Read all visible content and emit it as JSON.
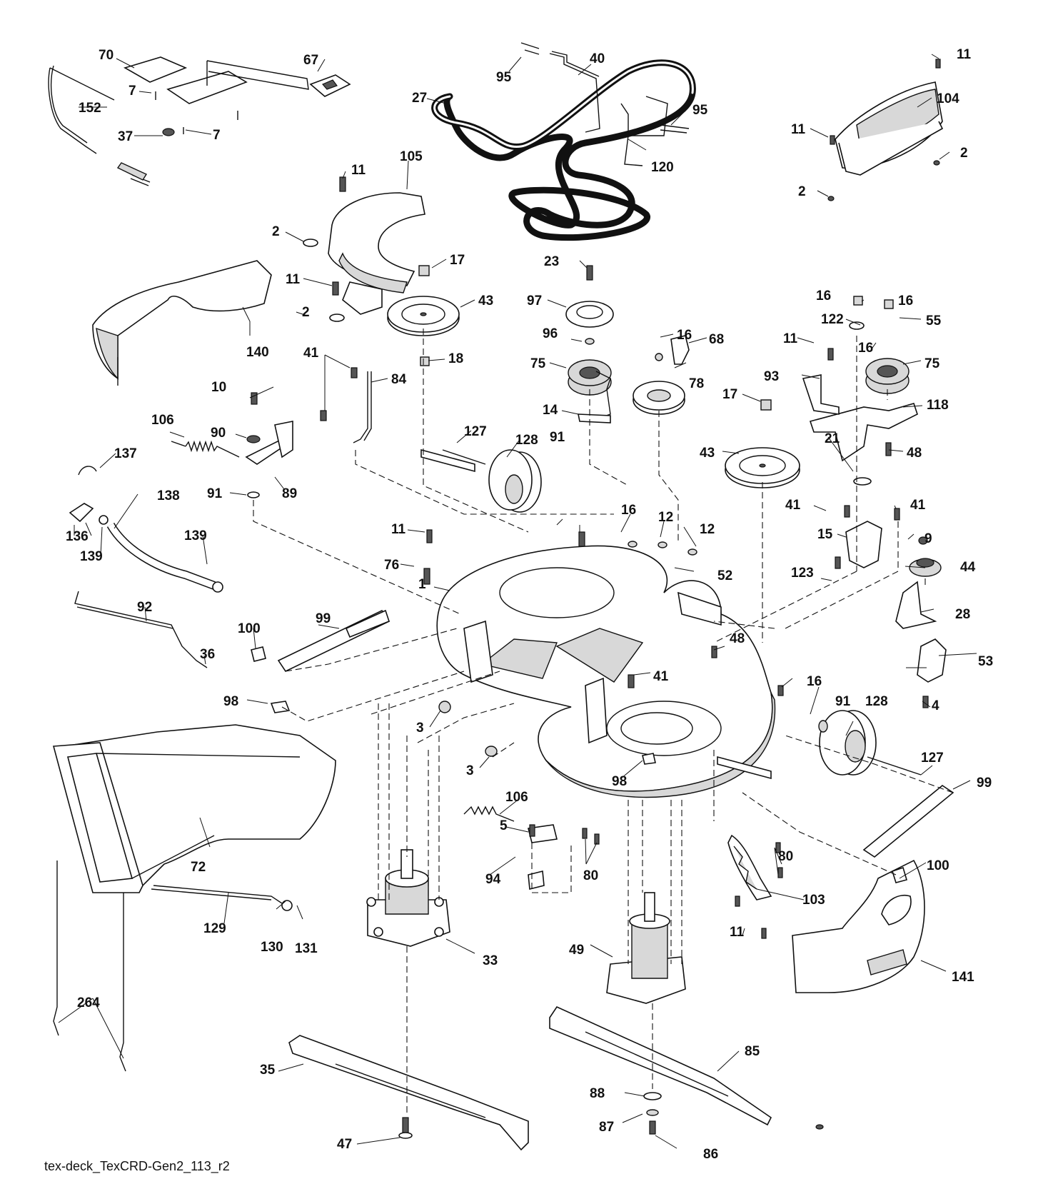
{
  "caption": "tex-deck_TexCRD-Gen2_113_r2",
  "callouts": [
    "70",
    "67",
    "7",
    "152",
    "37",
    "7",
    "95",
    "40",
    "27",
    "95",
    "120",
    "11",
    "104",
    "11",
    "2",
    "2",
    "11",
    "105",
    "2",
    "17",
    "23",
    "11",
    "43",
    "97",
    "2",
    "140",
    "18",
    "96",
    "16",
    "68",
    "122",
    "16",
    "55",
    "16",
    "11",
    "75",
    "16",
    "75",
    "93",
    "78",
    "41",
    "84",
    "17",
    "10",
    "118",
    "14",
    "106",
    "90",
    "127",
    "128",
    "43",
    "21",
    "48",
    "137",
    "89",
    "91",
    "91",
    "138",
    "41",
    "15",
    "41",
    "139",
    "136",
    "139",
    "11",
    "16",
    "12",
    "12",
    "9",
    "76",
    "1",
    "52",
    "123",
    "44",
    "92",
    "28",
    "99",
    "100",
    "48",
    "36",
    "53",
    "41",
    "16",
    "98",
    "91",
    "128",
    "4",
    "3",
    "3",
    "98",
    "127",
    "106",
    "99",
    "5",
    "72",
    "80",
    "100",
    "94",
    "80",
    "103",
    "129",
    "130",
    "131",
    "11",
    "49",
    "33",
    "141",
    "264",
    "85",
    "35",
    "88",
    "87",
    "47",
    "86"
  ]
}
